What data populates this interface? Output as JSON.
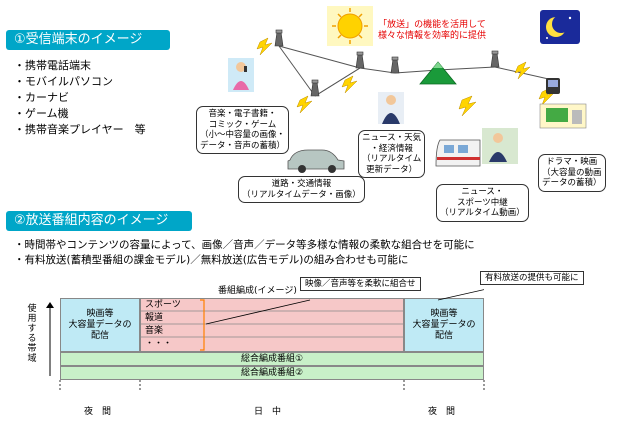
{
  "section1": {
    "title": "①受信端末のイメージ",
    "bullets": [
      "・携帯電話端末",
      "・モバイルパソコン",
      "・カーナビ",
      "・ゲーム機",
      "・携帯音楽プレイヤー　等"
    ]
  },
  "diagram": {
    "red_caption": [
      "「放送」の機能を活用して",
      "様々な情報を効率的に提供"
    ],
    "callouts": {
      "music": [
        "音楽・電子書籍・",
        "コミック・ゲーム",
        "（小～中容量の画像・",
        "データ・音声の蓄積）"
      ],
      "traffic": [
        "道路・交通情報",
        "（リアルタイムデータ・画像）"
      ],
      "news": [
        "ニュース・天気",
        "・経済情報",
        "（リアルタイム",
        "更新データ）"
      ],
      "sports": [
        "ニュース・",
        "スポーツ中継",
        "（リアルタイム動画）"
      ],
      "drama": [
        "ドラマ・映画",
        "（大容量の動画",
        "データの蓄積）"
      ]
    }
  },
  "section2": {
    "title": "②放送番組内容のイメージ",
    "bullets": [
      "・時間帯やコンテンツの容量によって、画像／音声／データ等多様な情報の柔軟な組合せを可能に",
      "・有料放送(蓄積型番組の課金モデル)／無料放送(広告モデル)の組み合わせも可能に"
    ]
  },
  "schedule": {
    "y_label": [
      "使",
      "用",
      "す",
      "る",
      "帯",
      "域"
    ],
    "header": "番組編成(イメージ)",
    "note_flex": "映像／音声等を柔軟に組合せ",
    "note_pay": "有料放送の提供も可能に",
    "left_block": [
      "映画等",
      "大容量データの",
      "配信"
    ],
    "right_block": [
      "映画等",
      "大容量データの",
      "配信"
    ],
    "mid_items": [
      "スポーツ",
      "報道",
      "音楽",
      "・・・"
    ],
    "general1": "総合編成番組①",
    "general2": "総合編成番組②",
    "time_labels": [
      "夜　間",
      "日　中",
      "夜　間"
    ]
  },
  "colors": {
    "title_bg": "#00a6c8",
    "night_block": "#bfeaf5",
    "day_block": "#f6c8c8",
    "general_block": "#c8f0c8",
    "bracket": "#ff8000",
    "red_text": "#e60000"
  },
  "icons": [
    "antenna-tower-icon",
    "sun-icon",
    "moon-icon",
    "mountain-icon",
    "phone-icon",
    "car-icon",
    "train-icon",
    "person-icon",
    "laptop-icon",
    "lightning-icon"
  ]
}
